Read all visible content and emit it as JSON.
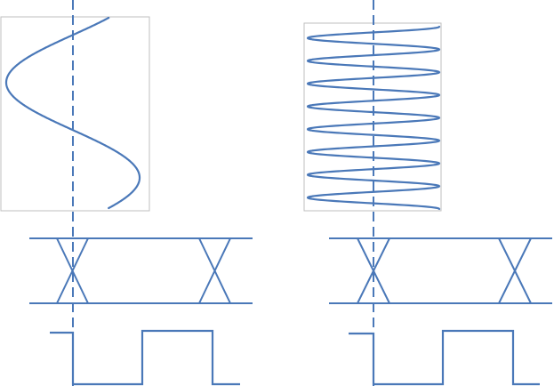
{
  "colors": {
    "signal": "#4a78b8",
    "frame": "#bfbfbf",
    "background": "#ffffff"
  },
  "panels": [
    {
      "id": "low-frequency",
      "sine_cycles": 1,
      "eye_crossings": 2,
      "digital_levels": [
        1,
        0,
        1,
        0
      ]
    },
    {
      "id": "high-frequency",
      "sine_cycles": 8,
      "eye_crossings": 2,
      "digital_levels": [
        1,
        0,
        1,
        0
      ]
    }
  ]
}
